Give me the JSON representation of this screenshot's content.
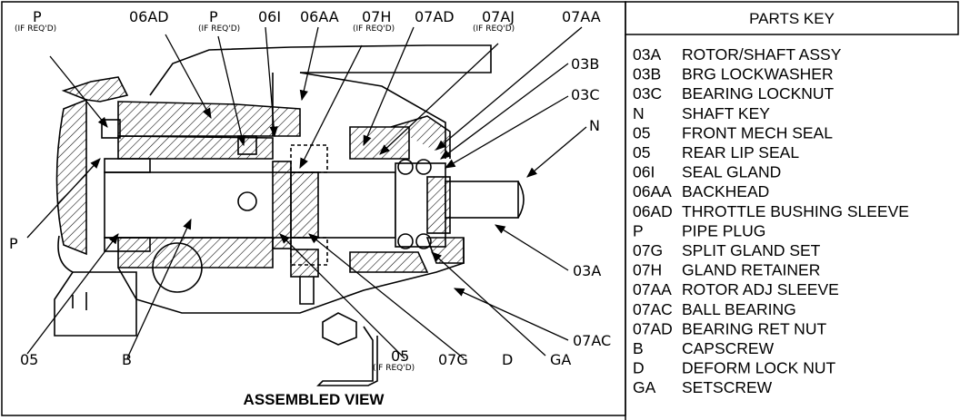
{
  "view_title": "ASSEMBLED VIEW",
  "parts_key": {
    "heading": "PARTS KEY",
    "rows": [
      {
        "code": "03A",
        "desc": "ROTOR/SHAFT ASSY"
      },
      {
        "code": "03B",
        "desc": "BRG LOCKWASHER"
      },
      {
        "code": "03C",
        "desc": "BEARING LOCKNUT"
      },
      {
        "code": "N",
        "desc": "SHAFT KEY"
      },
      {
        "code": "05",
        "desc": "FRONT MECH SEAL"
      },
      {
        "code": "05",
        "desc": "REAR LIP SEAL"
      },
      {
        "code": "06I",
        "desc": "SEAL GLAND"
      },
      {
        "code": "06AA",
        "desc": "BACKHEAD"
      },
      {
        "code": "06AD",
        "desc": "THROTTLE BUSHING SLEEVE"
      },
      {
        "code": "P",
        "desc": "PIPE PLUG"
      },
      {
        "code": "07G",
        "desc": "SPLIT GLAND SET"
      },
      {
        "code": "07H",
        "desc": "GLAND RETAINER"
      },
      {
        "code": "07AA",
        "desc": "ROTOR ADJ SLEEVE"
      },
      {
        "code": "07AC",
        "desc": "BALL BEARING"
      },
      {
        "code": "07AD",
        "desc": "BEARING RET NUT"
      },
      {
        "code": "B",
        "desc": "CAPSCREW"
      },
      {
        "code": "D",
        "desc": "DEFORM LOCK NUT"
      },
      {
        "code": "GA",
        "desc": "SETSCREW"
      }
    ]
  },
  "callouts": {
    "p_left": "P",
    "p_left_note": "(IF REQ'D)",
    "c06ad": "06AD",
    "p_mid": "P",
    "p_mid_note": "(IF REQ'D)",
    "c06i": "06I",
    "c06aa": "06AA",
    "c07h": "07H",
    "c07h_note": "(IF REQ'D)",
    "c07ad": "07AD",
    "c07aj": "07AJ",
    "c07aj_note": "(IF REQ'D)",
    "c07aa": "07AA",
    "c03b": "03B",
    "c03c": "03C",
    "n": "N",
    "p_side": "P",
    "c03a": "03A",
    "c07ac": "07AC",
    "c05_left": "05",
    "b": "B",
    "c05_bottom": "05",
    "c05_bottom_note": "(IF REQ'D)",
    "c07g": "07G",
    "d": "D",
    "ga": "GA"
  }
}
